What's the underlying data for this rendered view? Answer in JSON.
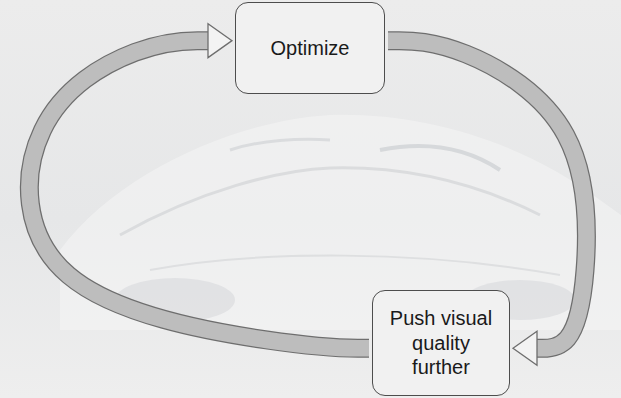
{
  "diagram": {
    "nodes": [
      {
        "text": [
          "Optimize"
        ]
      },
      {
        "text": [
          "Push visual quality further"
        ]
      }
    ],
    "edges": [
      {
        "from": 0,
        "to": 1,
        "arrow": "to"
      },
      {
        "from": 1,
        "to": 0,
        "arrow": "to"
      }
    ]
  }
}
